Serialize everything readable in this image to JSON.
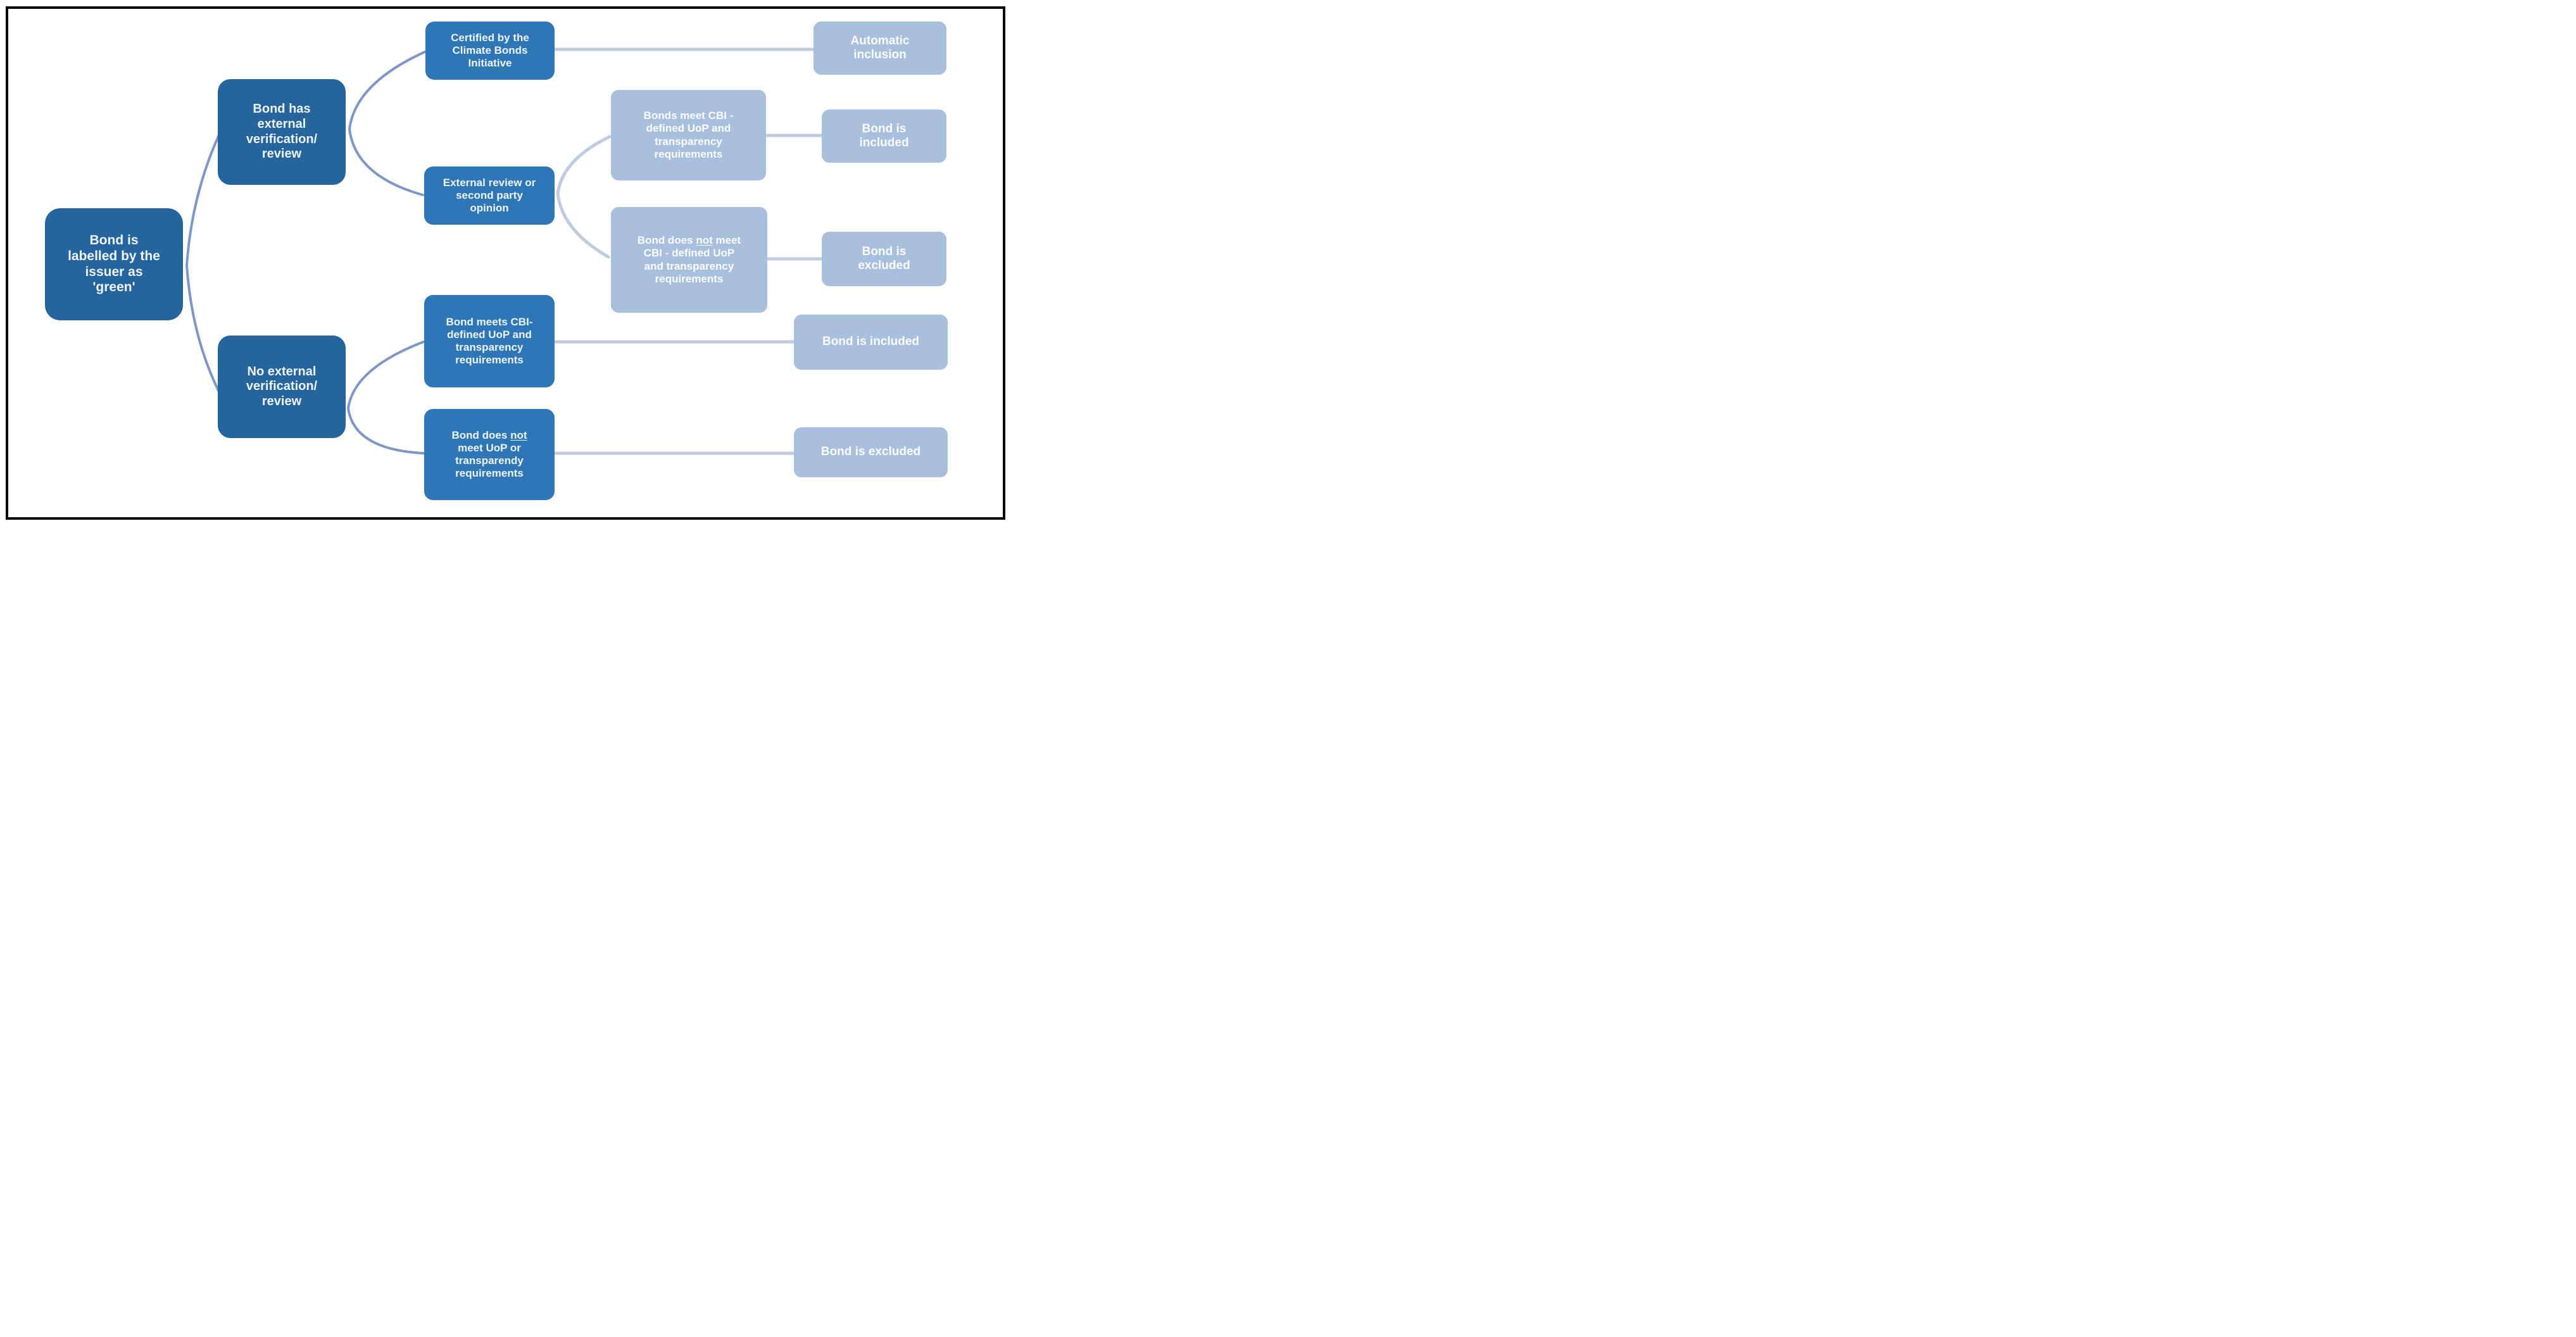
{
  "colors": {
    "node_dark": "#26649d",
    "node_medium": "#2f76b6",
    "node_light": "#a9bfde",
    "connector_dark": "#7e97c6",
    "connector_light": "#bfcbdf",
    "frame_border": "#050505",
    "text": "#ffffff"
  },
  "nodes": {
    "root": {
      "label": "Bond is\nlabelled by the\nissuer as\n'green'"
    },
    "has_external": {
      "label": "Bond has\nexternal\nverification/\nreview"
    },
    "no_external": {
      "label": "No external\nverification/\nreview"
    },
    "certified": {
      "label": "Certified by the\nClimate Bonds\nInitiative"
    },
    "external_review": {
      "label": "External review or\nsecond party\nopinion"
    },
    "bonds_meet_cbi": {
      "label": "Bonds meet CBI -\ndefined UoP and\ntransparency\nrequirements"
    },
    "bond_not_meet_cbi": {
      "pre": "Bond does ",
      "underlined": "not",
      "post": " meet\nCBI - defined UoP\nand transparency\nrequirements"
    },
    "bond_meets_cbi": {
      "label": "Bond meets CBI-\ndefined UoP and\ntransparency\nrequirements"
    },
    "bond_not_meet_uop": {
      "pre": "Bond does ",
      "underlined": "not",
      "post": "\nmeet UoP or\ntransparendy\nrequirements"
    },
    "automatic_inclusion": {
      "label": "Automatic\ninclusion"
    },
    "bond_included_top": {
      "label": "Bond is\nincluded"
    },
    "bond_excluded_top": {
      "label": "Bond is\nexcluded"
    },
    "bond_included_bottom": {
      "label": "Bond is included"
    },
    "bond_excluded_bottom": {
      "label": "Bond is excluded"
    }
  }
}
